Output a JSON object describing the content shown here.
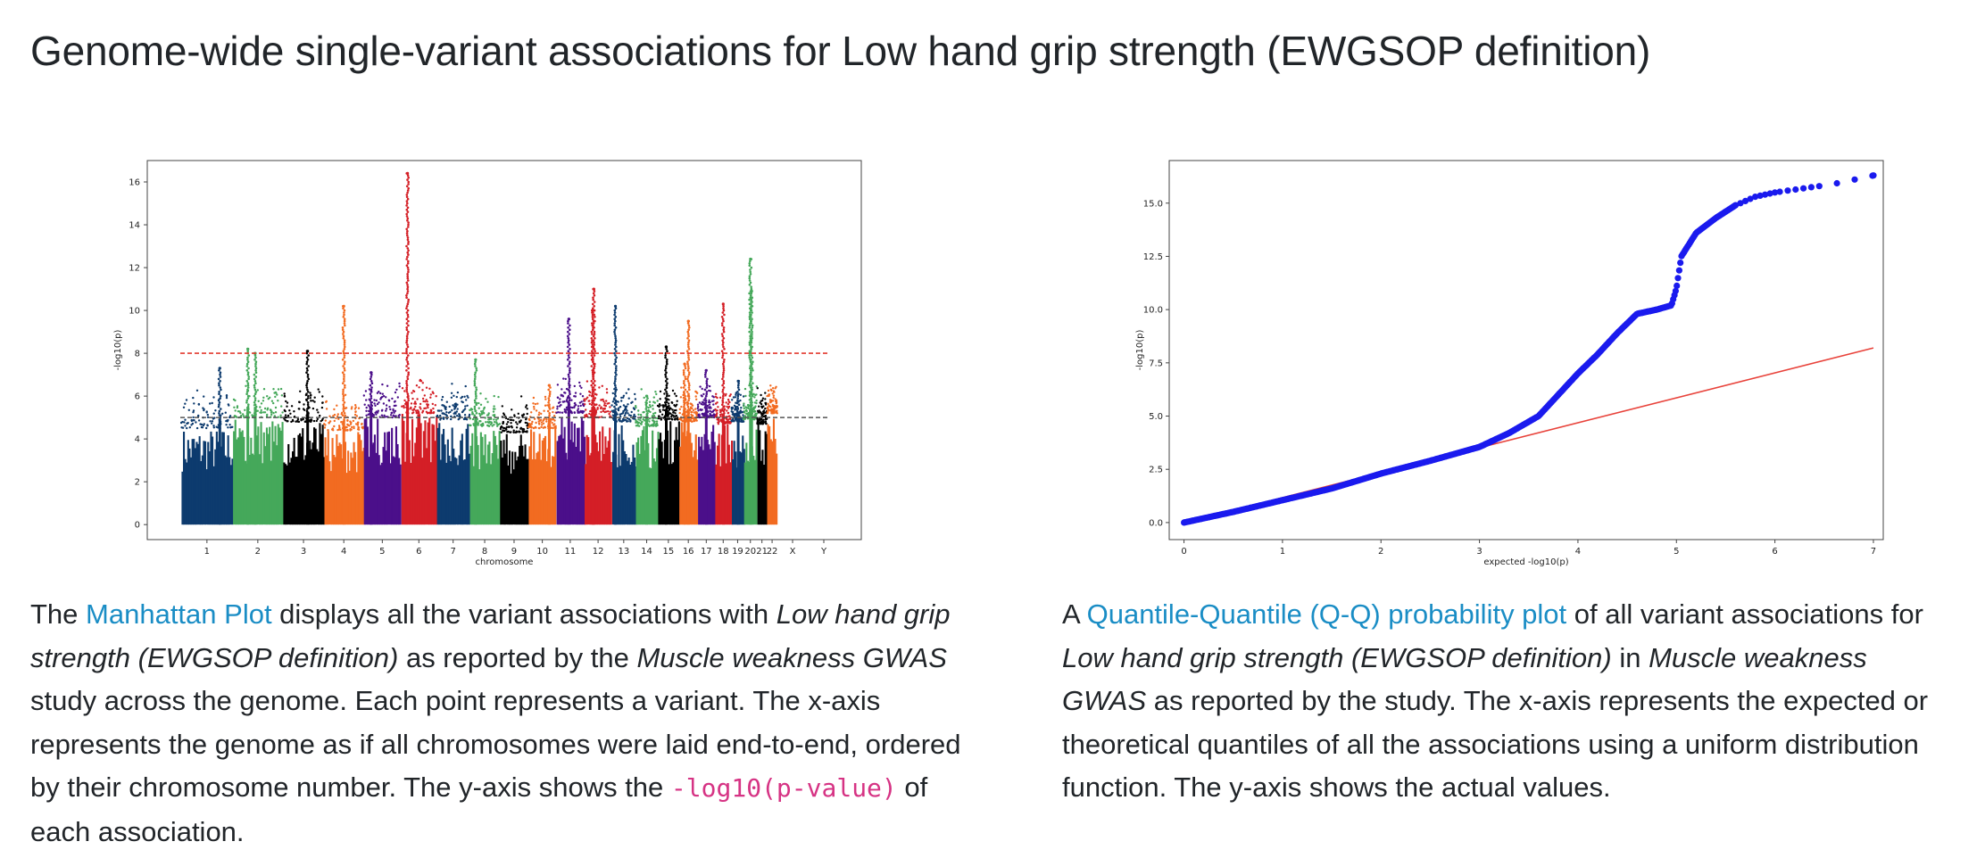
{
  "page": {
    "title": "Genome-wide single-variant associations for Low hand grip strength (EWGSOP definition)"
  },
  "manhattan": {
    "link_text": "Manhattan Plot",
    "desc": {
      "t1": "The ",
      "t2": " displays all the variant associations with ",
      "trait": "Low hand grip strength (EWGSOP definition)",
      "t3": " as reported by the ",
      "study": "Muscle weakness GWAS",
      "t4": " study across the genome. Each point represents a variant. The x-axis represents the genome as if all chromosomes were laid end-to-end, ordered by their chromosome number. The y-axis shows the ",
      "code": "-log10(p-value)",
      "t5": " of each association."
    }
  },
  "qq": {
    "link_text": "Quantile-Quantile (Q-Q) probability plot",
    "desc": {
      "t1": "A ",
      "t2": " of all variant associations for ",
      "trait": "Low hand grip strength (EWGSOP definition)",
      "t3": " in ",
      "study": "Muscle weakness GWAS",
      "t4": " as reported by the study. The x-axis represents the expected or theoretical quantiles of all the associations using a uniform distribution function. The y-axis shows the actual values."
    }
  },
  "chart_data": [
    {
      "type": "scatter",
      "name": "manhattan",
      "xlabel": "chromosome",
      "ylabel": "-log10(p)",
      "ylim": [
        -0.7,
        17
      ],
      "yticks": [
        0,
        2,
        4,
        6,
        8,
        10,
        12,
        14,
        16
      ],
      "xtick_labels": [
        "1",
        "2",
        "3",
        "4",
        "5",
        "6",
        "7",
        "8",
        "9",
        "10",
        "11",
        "12",
        "13",
        "14",
        "15",
        "16",
        "17",
        "18",
        "19",
        "20",
        "21",
        "22",
        "X",
        "Y"
      ],
      "colors": [
        "#0d3b6e",
        "#45a85a",
        "#000000",
        "#f26b21",
        "#4b0f8a",
        "#d41f26"
      ],
      "thresholds": [
        {
          "value": 8,
          "color": "#e23a2e",
          "style": "dashed"
        },
        {
          "value": 5,
          "color": "#555555",
          "style": "dashed"
        }
      ],
      "chromosomes": [
        {
          "chr": "1",
          "base": 4.5,
          "peaks": [
            [
              0.75,
              7.3
            ]
          ]
        },
        {
          "chr": "2",
          "base": 5.0,
          "peaks": [
            [
              0.3,
              8.2
            ],
            [
              0.45,
              8.0
            ]
          ]
        },
        {
          "chr": "3",
          "base": 4.8,
          "peaks": [
            [
              0.6,
              8.1
            ]
          ]
        },
        {
          "chr": "4",
          "base": 4.4,
          "peaks": [
            [
              0.5,
              10.2
            ]
          ]
        },
        {
          "chr": "5",
          "base": 5.0,
          "peaks": [
            [
              0.2,
              7.1
            ]
          ]
        },
        {
          "chr": "6",
          "base": 5.2,
          "peaks": [
            [
              0.18,
              16.4
            ]
          ]
        },
        {
          "chr": "7",
          "base": 4.9,
          "peaks": []
        },
        {
          "chr": "8",
          "base": 4.6,
          "peaks": [
            [
              0.2,
              7.7
            ]
          ]
        },
        {
          "chr": "9",
          "base": 4.3,
          "peaks": []
        },
        {
          "chr": "10",
          "base": 4.5,
          "peaks": [
            [
              0.75,
              6.5
            ]
          ]
        },
        {
          "chr": "11",
          "base": 5.2,
          "peaks": [
            [
              0.45,
              9.6
            ]
          ]
        },
        {
          "chr": "12",
          "base": 5.0,
          "peaks": [
            [
              0.35,
              11.0
            ],
            [
              0.3,
              10.0
            ]
          ]
        },
        {
          "chr": "13",
          "base": 4.8,
          "peaks": [
            [
              0.15,
              10.2
            ]
          ]
        },
        {
          "chr": "14",
          "base": 4.6,
          "peaks": [
            [
              0.5,
              6.0
            ]
          ]
        },
        {
          "chr": "15",
          "base": 4.9,
          "peaks": [
            [
              0.4,
              8.3
            ]
          ]
        },
        {
          "chr": "16",
          "base": 4.8,
          "peaks": [
            [
              0.5,
              9.5
            ],
            [
              0.3,
              7.5
            ]
          ]
        },
        {
          "chr": "17",
          "base": 5.0,
          "peaks": [
            [
              0.5,
              7.2
            ]
          ]
        },
        {
          "chr": "18",
          "base": 4.7,
          "peaks": [
            [
              0.5,
              10.3
            ]
          ]
        },
        {
          "chr": "19",
          "base": 4.8,
          "peaks": [
            [
              0.55,
              6.7
            ]
          ]
        },
        {
          "chr": "20",
          "base": 4.9,
          "peaks": [
            [
              0.5,
              12.4
            ],
            [
              0.6,
              10.9
            ]
          ]
        },
        {
          "chr": "21",
          "base": 4.7,
          "peaks": []
        },
        {
          "chr": "22",
          "base": 5.2,
          "peaks": []
        }
      ]
    },
    {
      "type": "scatter",
      "name": "qq",
      "xlabel": "expected -log10(p)",
      "ylabel": "-log10(p)",
      "xlim": [
        -0.15,
        7.1
      ],
      "ylim": [
        -0.8,
        17
      ],
      "xticks": [
        0,
        1,
        2,
        3,
        4,
        5,
        6,
        7
      ],
      "yticks": [
        0.0,
        2.5,
        5.0,
        7.5,
        10.0,
        12.5,
        15.0
      ],
      "point_color": "#1a1aee",
      "line_color": "#e8423a",
      "reference_line": [
        [
          0,
          0
        ],
        [
          7,
          8.2
        ]
      ],
      "observed": [
        [
          0,
          0
        ],
        [
          0.5,
          0.5
        ],
        [
          1.0,
          1.05
        ],
        [
          1.5,
          1.6
        ],
        [
          2.0,
          2.3
        ],
        [
          2.5,
          2.9
        ],
        [
          3.0,
          3.55
        ],
        [
          3.3,
          4.2
        ],
        [
          3.6,
          5.0
        ],
        [
          3.8,
          6.0
        ],
        [
          4.0,
          7.0
        ],
        [
          4.2,
          7.9
        ],
        [
          4.4,
          8.9
        ],
        [
          4.6,
          9.8
        ],
        [
          4.8,
          10.0
        ],
        [
          4.95,
          10.2
        ],
        [
          5.0,
          11.0
        ],
        [
          5.05,
          12.5
        ],
        [
          5.2,
          13.6
        ],
        [
          5.4,
          14.3
        ],
        [
          5.6,
          14.9
        ],
        [
          5.8,
          15.3
        ],
        [
          6.0,
          15.5
        ],
        [
          6.3,
          15.7
        ],
        [
          6.6,
          15.9
        ],
        [
          7.0,
          16.3
        ]
      ]
    }
  ]
}
